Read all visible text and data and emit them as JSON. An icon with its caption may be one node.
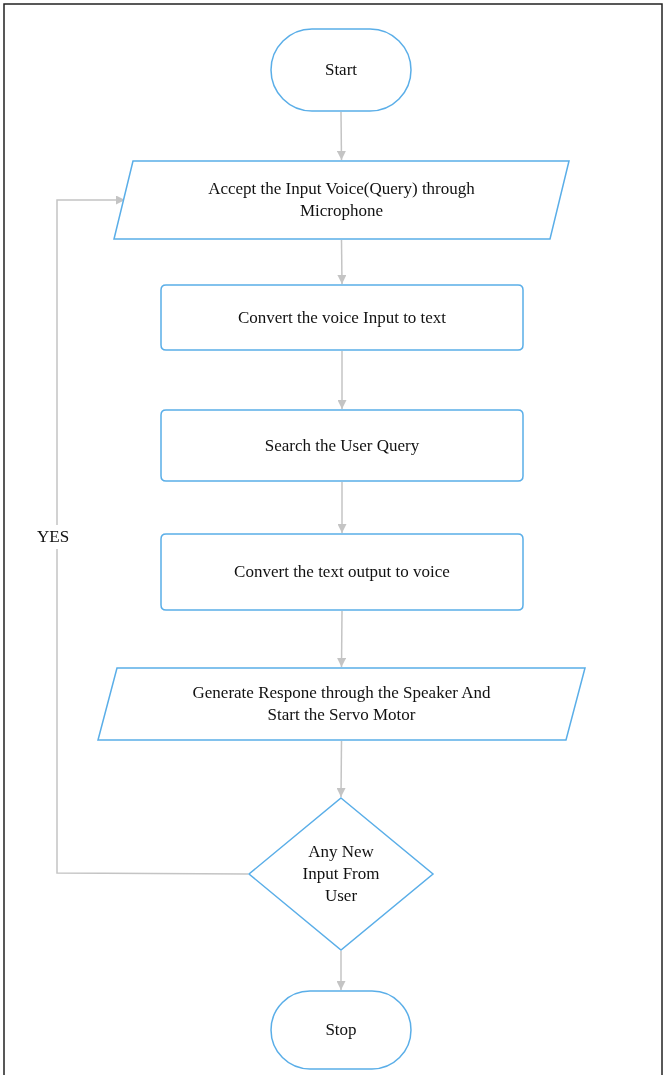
{
  "diagram": {
    "nodes": [
      {
        "text": [
          "Start"
        ]
      },
      {
        "text": [
          "Accept the Input Voice(Query) through Microphone"
        ]
      },
      {
        "text": [
          "Convert the voice Input to text"
        ]
      },
      {
        "text": [
          "Search the User Query"
        ]
      },
      {
        "text": [
          "Convert the text output to voice"
        ]
      },
      {
        "text": [
          "Generate Respone through the Speaker And Start the Servo Motor"
        ]
      },
      {
        "text": [
          "Any New Input From User"
        ]
      },
      {
        "text": [
          "Stop"
        ]
      }
    ],
    "edges": [
      {
        "from": 0,
        "to": 1,
        "arrow": "to"
      },
      {
        "from": 1,
        "to": 2,
        "arrow": "to"
      },
      {
        "from": 2,
        "to": 3,
        "arrow": "to"
      },
      {
        "from": 3,
        "to": 4,
        "arrow": "to"
      },
      {
        "from": 4,
        "to": 5,
        "arrow": "to"
      },
      {
        "from": 5,
        "to": 6,
        "arrow": "to"
      },
      {
        "from": 6,
        "to": 7,
        "arrow": "to"
      },
      {
        "from": 6,
        "to": 1,
        "arrow": "to",
        "label": "YES"
      }
    ]
  }
}
